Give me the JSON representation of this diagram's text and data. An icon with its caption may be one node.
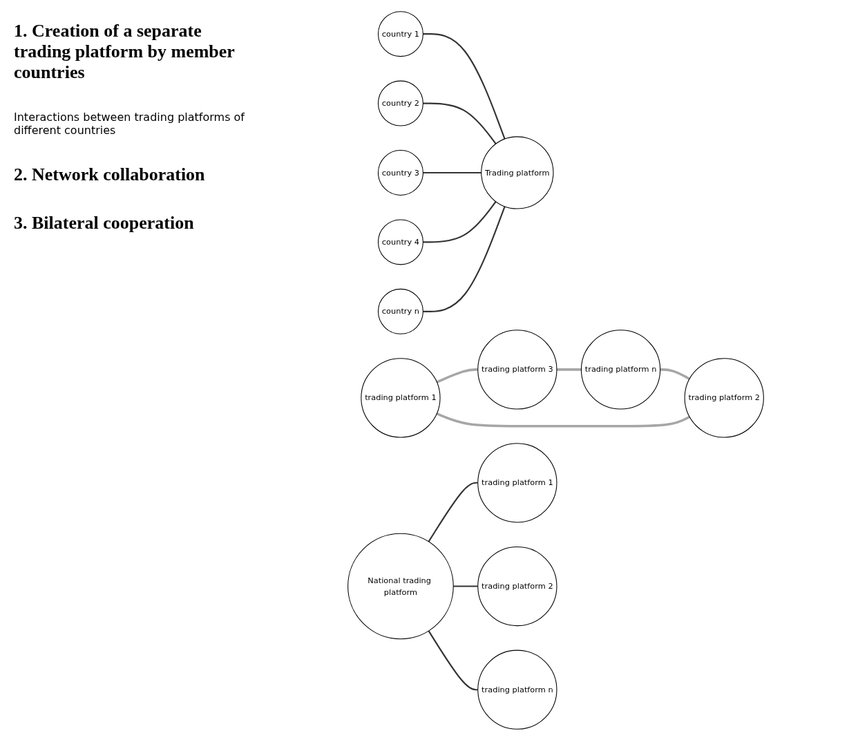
{
  "diagram": {
    "nodes": [
      {
        "text": [
          "Trading platform"
        ]
      },
      {
        "text": [
          "country 1"
        ]
      },
      {
        "text": [
          "country 2"
        ]
      },
      {
        "text": [
          "country 3"
        ]
      },
      {
        "text": [
          "country 4"
        ]
      },
      {
        "text": [
          "country n"
        ]
      },
      {
        "text": [
          "trading platform 1"
        ]
      },
      {
        "text": [
          "trading platform 2"
        ]
      },
      {
        "text": [
          "trading platform 3"
        ]
      },
      {
        "text": [
          "trading platform n"
        ]
      },
      {
        "text": [
          "National trading platform"
        ]
      },
      {
        "text": [
          "trading platform 1"
        ]
      },
      {
        "text": [
          "trading platform 2"
        ]
      },
      {
        "text": [
          "trading platform n"
        ]
      }
    ],
    "edges": [
      {
        "from": 1,
        "to": 0,
        "arrow": "none"
      },
      {
        "from": 2,
        "to": 0,
        "arrow": "none"
      },
      {
        "from": 3,
        "to": 0,
        "arrow": "none"
      },
      {
        "from": 4,
        "to": 0,
        "arrow": "none"
      },
      {
        "from": 5,
        "to": 0,
        "arrow": "none"
      },
      {
        "from": 6,
        "to": 8,
        "arrow": "none",
        "color": "#a6a6a6"
      },
      {
        "from": 8,
        "to": 9,
        "arrow": "none",
        "color": "#a6a6a6"
      },
      {
        "from": 9,
        "to": 7,
        "arrow": "none",
        "color": "#a6a6a6"
      },
      {
        "from": 7,
        "to": 6,
        "arrow": "none",
        "color": "#a6a6a6"
      },
      {
        "from": 10,
        "to": 11,
        "arrow": "none"
      },
      {
        "from": 10,
        "to": 12,
        "arrow": "none"
      },
      {
        "from": 10,
        "to": 13,
        "arrow": "none"
      }
    ],
    "labels": [
      "1. Creation of a separate trading platform by member countries",
      "Interactions between trading platforms of different countries",
      "2. Network collaboration",
      "3. Bilateral cooperation"
    ]
  }
}
